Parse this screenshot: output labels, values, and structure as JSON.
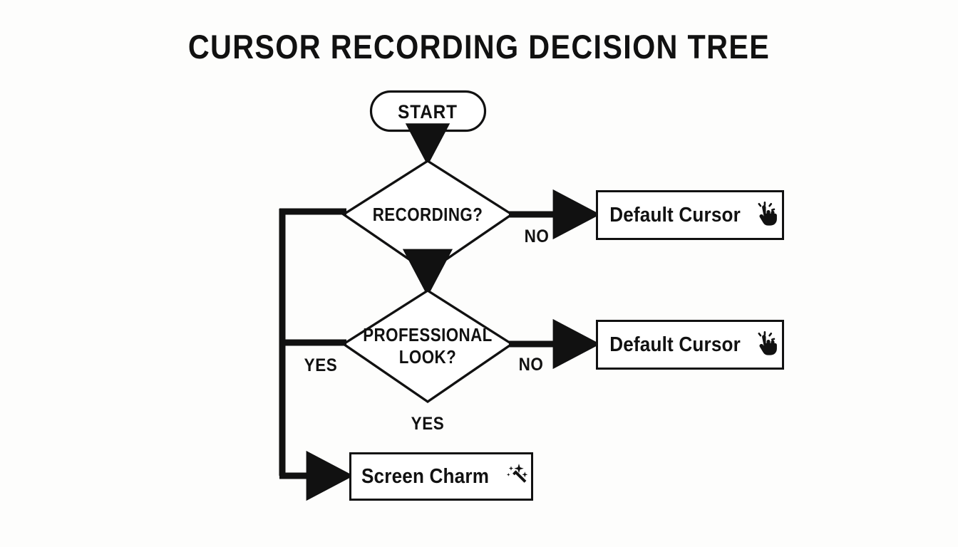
{
  "title": "CURSOR RECORDING DECISION TREE",
  "theme": {
    "background": "#fdfdfc",
    "stroke": "#111111",
    "node_fill": "#ffffff",
    "text": "#111111"
  },
  "nodes": {
    "start": {
      "label": "START",
      "shape": "stadium"
    },
    "decision_recording": {
      "label": "RECORDING?",
      "shape": "diamond"
    },
    "decision_professional": {
      "label_line1": "PROFESSIONAL",
      "label_line2": "LOOK?",
      "shape": "diamond"
    },
    "result_default_1": {
      "label": "Default Cursor",
      "icon": "clicking-hand-icon",
      "shape": "rectangle"
    },
    "result_default_2": {
      "label": "Default Cursor",
      "icon": "clicking-hand-icon",
      "shape": "rectangle"
    },
    "result_screen_charm": {
      "label": "Screen Charm",
      "icon": "magic-wand-icon",
      "shape": "rectangle"
    }
  },
  "edge_labels": {
    "recording_no": "NO",
    "professional_no": "NO",
    "yes_left": "YES",
    "yes_bottom": "YES"
  }
}
